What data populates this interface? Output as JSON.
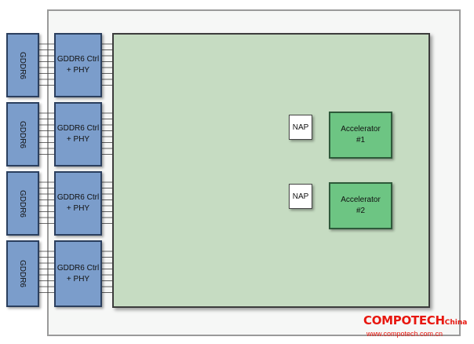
{
  "memory_channels": [
    {
      "chip_label": "GDDR6",
      "ctrl_line1": "GDDR6 Ctrl",
      "ctrl_line2": "+ PHY"
    },
    {
      "chip_label": "GDDR6",
      "ctrl_line1": "GDDR6 Ctrl",
      "ctrl_line2": "+ PHY"
    },
    {
      "chip_label": "GDDR6",
      "ctrl_line1": "GDDR6 Ctrl",
      "ctrl_line2": "+ PHY"
    },
    {
      "chip_label": "GDDR6",
      "ctrl_line1": "GDDR6 Ctrl",
      "ctrl_line2": "+ PHY"
    }
  ],
  "accelerators": [
    {
      "nap_label": "NAP",
      "line1": "Accelerator",
      "line2": "#1"
    },
    {
      "nap_label": "NAP",
      "line1": "Accelerator",
      "line2": "#2"
    }
  ],
  "watermark": {
    "brand": "COMPOTECH",
    "region": "China",
    "url": "www.compotech.com.cn"
  },
  "colors": {
    "memory_block": "#7b9dcb",
    "accelerator": "#6dc583",
    "core_fabric": "#c6dcc2",
    "watermark": "#e8170f"
  }
}
